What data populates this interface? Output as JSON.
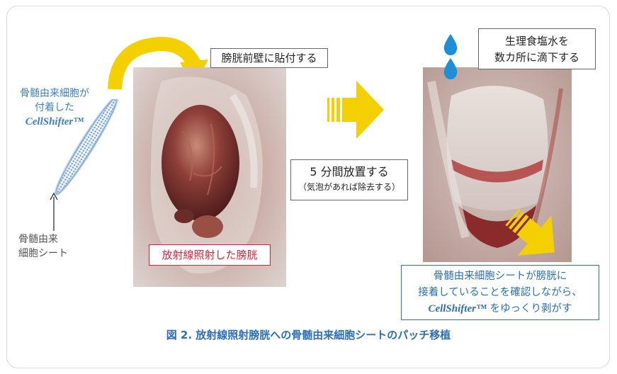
{
  "left": {
    "sheet_label_line1": "骨髄由来細胞が",
    "sheet_label_line2": "付着した",
    "sheet_label_brand": "CellShifter™",
    "cell_sheet_line1": "骨髄由来",
    "cell_sheet_line2": "細胞シート"
  },
  "step1": {
    "attach_label": "膀胱前壁に貼付する",
    "bladder_label": "放射線照射した膀胱"
  },
  "step2": {
    "wait_label": "5 分間放置する",
    "wait_note": "（気泡があれば除去する）"
  },
  "step3": {
    "saline_line1": "生理食塩水を",
    "saline_line2": "数カ所に滴下する",
    "confirm_line1": "骨髄由来細胞シートが膀胱に",
    "confirm_line2": "接着していることを確認しながら、",
    "confirm_brand": "CellShifter™",
    "confirm_line3_rest": " をゆっくり剥がす"
  },
  "caption": "図 2. 放射線照射膀胱への骨髄由来細胞シートのパッチ移植",
  "colors": {
    "arrow_yellow": "#f5d000",
    "water_blue": "#1e8fd6",
    "caption_blue": "#2a6fb8",
    "label_red": "#e0203a",
    "sheet_blue": "#7ea6dc"
  }
}
